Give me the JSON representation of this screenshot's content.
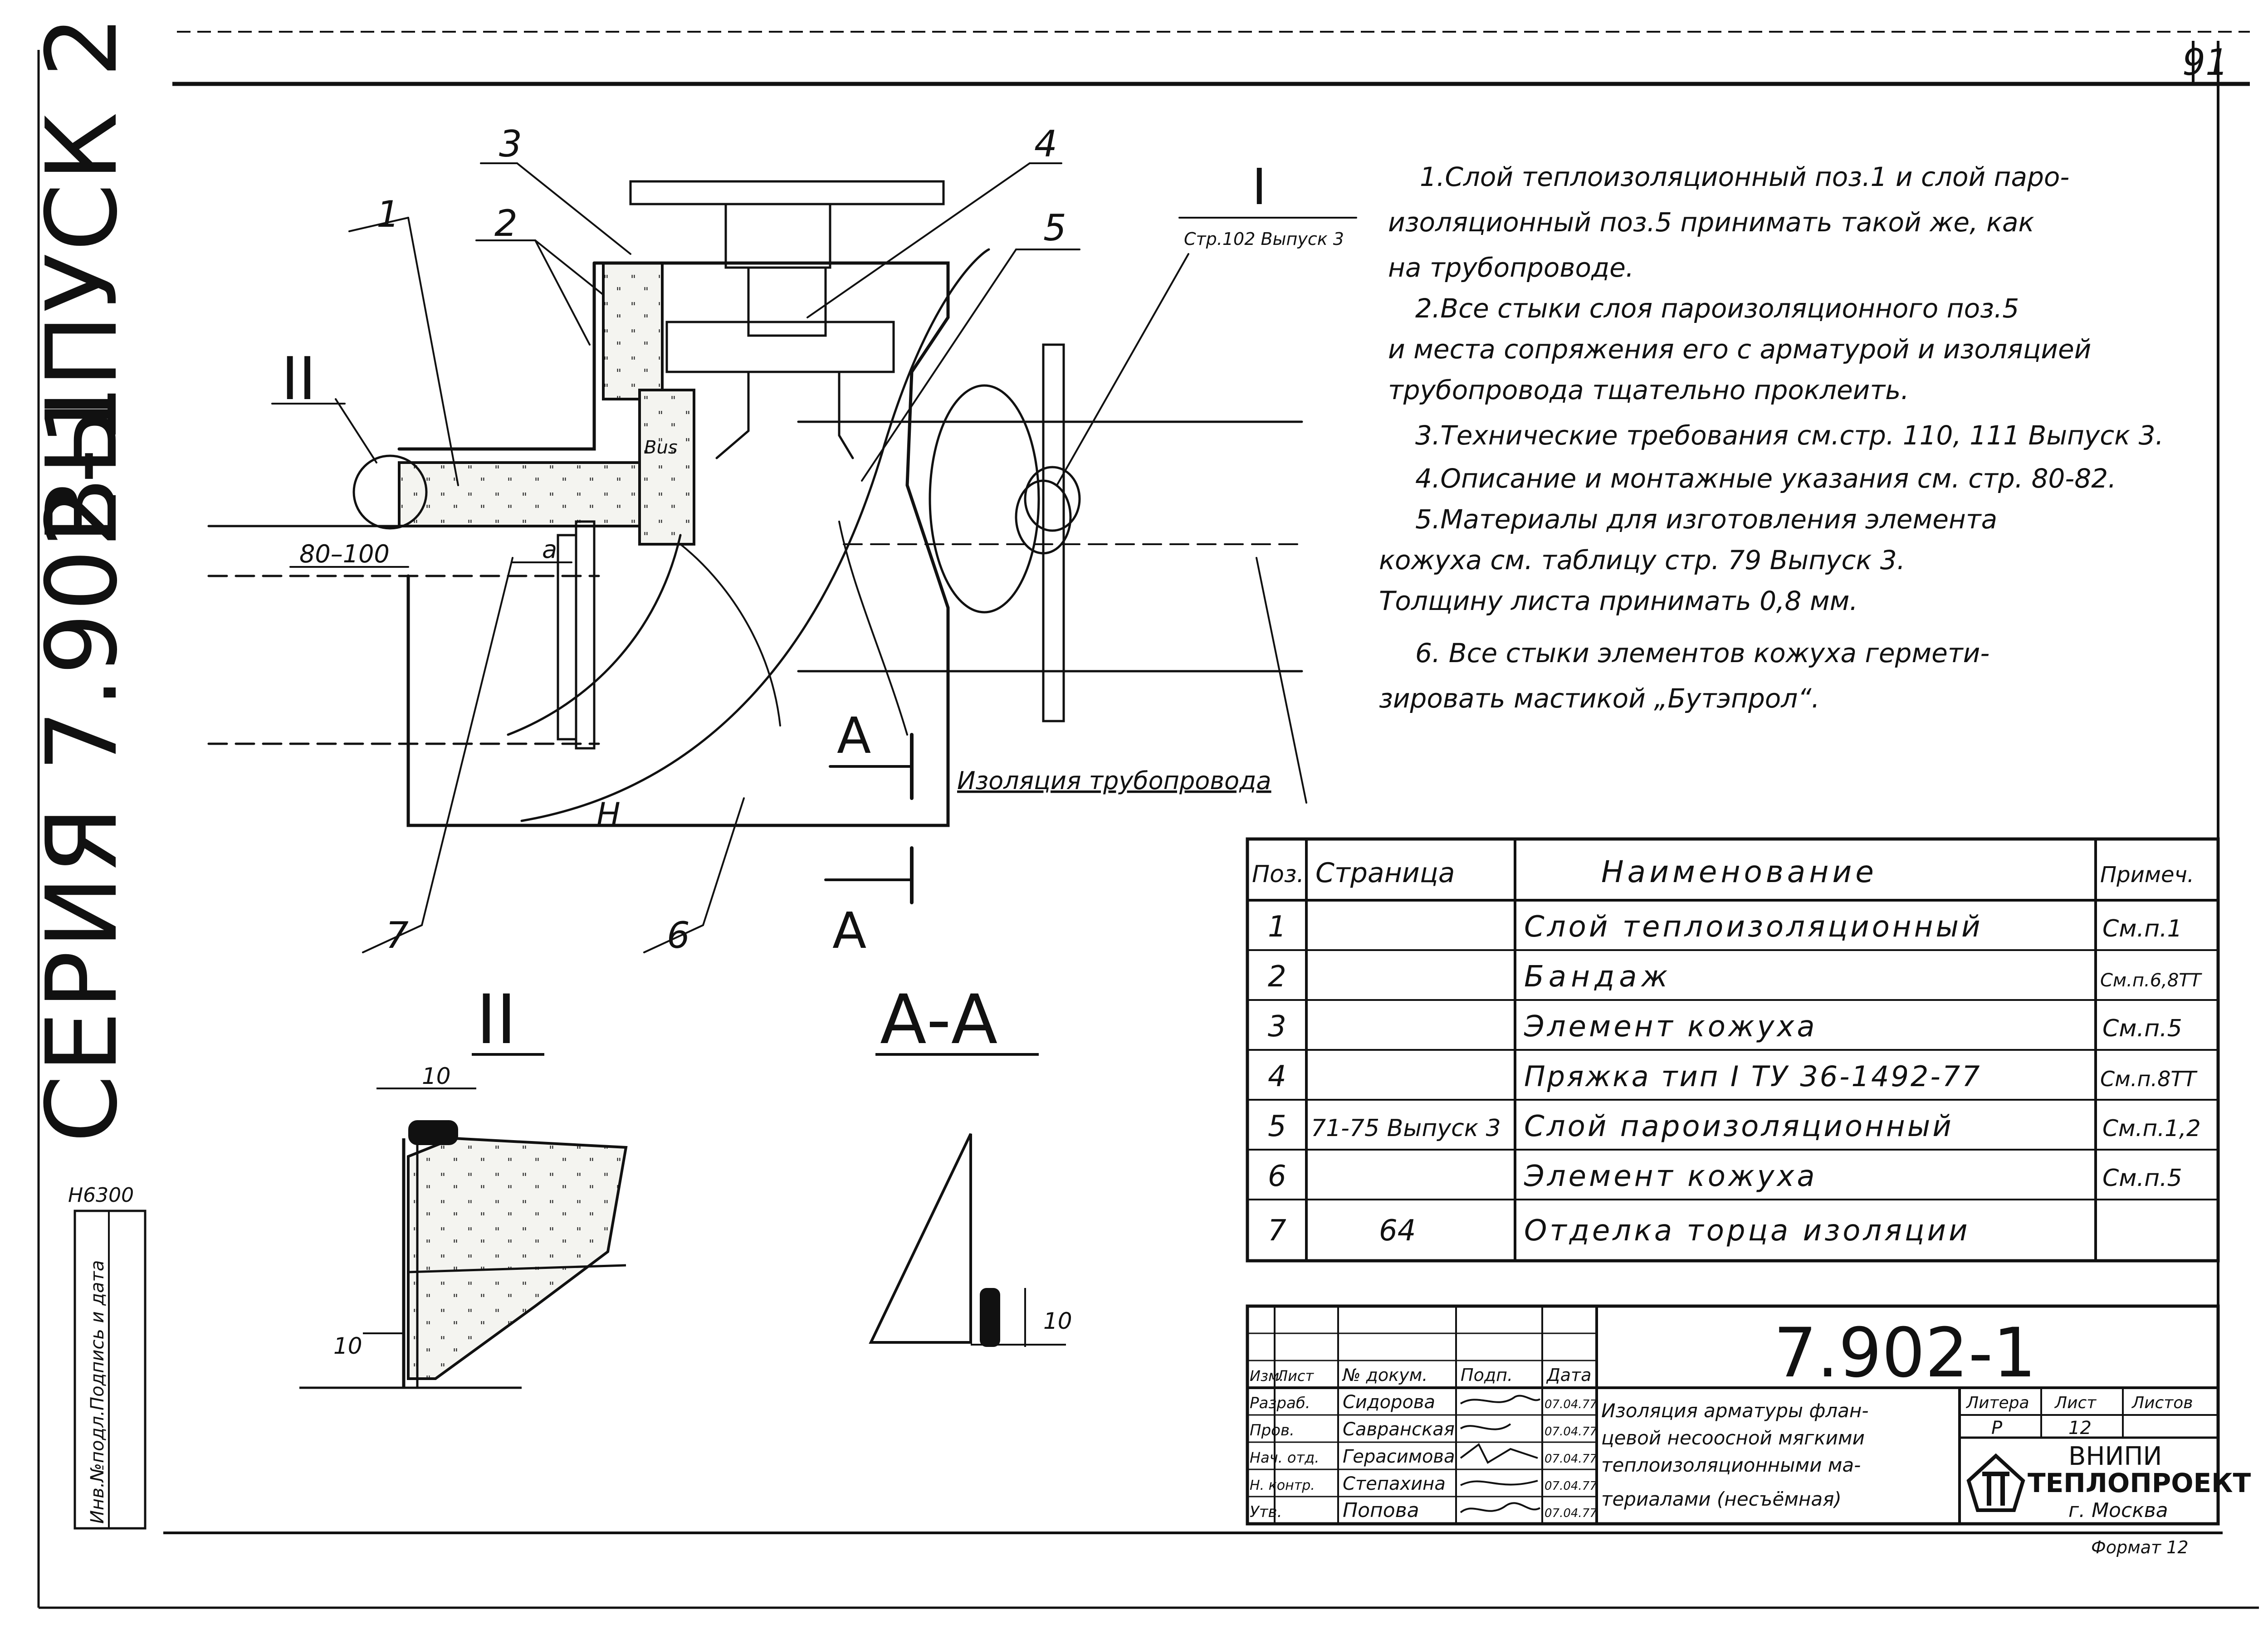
{
  "page_number": "91",
  "side_title": {
    "series": "СЕРИЯ 7.902-1",
    "issue": "ВЫПУСК 2"
  },
  "side_stamp": {
    "code": "Н6300",
    "labels": [
      "Инв.№подл.",
      "Подпись и дата"
    ]
  },
  "drawing": {
    "callouts": [
      "1",
      "2",
      "3",
      "4",
      "5",
      "6",
      "7"
    ],
    "section_marks": {
      "roman_one": "I",
      "roman_two": "II",
      "ref_one": "Стр.102 Выпуск 3"
    },
    "dims": {
      "overlap": "80–100",
      "gap": "a",
      "letter_h": "Н",
      "ext_label": "Bus"
    },
    "cut_letter": "А",
    "pipe_insulation_label": "Изоляция трубопровода",
    "view_titles": {
      "detail": "II",
      "section": "А-А"
    },
    "detail_dims": {
      "top": "10",
      "left": "10",
      "right": "10"
    }
  },
  "notes": [
    "1.Слой теплоизоляционный поз.1 и слой паро-",
    "изоляционный поз.5 принимать такой же, как",
    "на трубопроводе.",
    "2.Все стыки слоя пароизоляционного поз.5",
    "и места сопряжения его с арматурой и изоляцией",
    "трубопровода тщательно проклеить.",
    "3.Технические требования см.стр. 110, 111 Выпуск 3.",
    "4.Описание и монтажные указания см. стр. 80-82.",
    "5.Материалы для изготовления элемента",
    "кожуха см. таблицу стр. 79 Выпуск 3.",
    "Толщину листа принимать 0,8 мм.",
    "6. Все стыки элементов кожуха гермети-",
    "зировать мастикой „Бутэпрол“."
  ],
  "parts_table": {
    "headers": [
      "Поз.",
      "Страница",
      "Наименование",
      "Примеч."
    ],
    "rows": [
      [
        "1",
        "",
        "Слой теплоизоляционный",
        "См.п.1"
      ],
      [
        "2",
        "",
        "Бандаж",
        "См.п.6,8ТТ"
      ],
      [
        "3",
        "",
        "Элемент кожуха",
        "См.п.5"
      ],
      [
        "4",
        "",
        "Пряжка тип I ТУ 36-1492-77",
        "См.п.8ТТ"
      ],
      [
        "5",
        "71-75 Выпуск 3",
        "Слой пароизоляционный",
        "См.п.1,2"
      ],
      [
        "6",
        "",
        "Элемент кожуха",
        "См.п.5"
      ],
      [
        "7",
        "64",
        "Отделка торца изоляции",
        ""
      ]
    ]
  },
  "title_block": {
    "doc_number": "7.902-1",
    "column_headers": [
      "Изм.",
      "Лист",
      "№ докум.",
      "Подп.",
      "Дата"
    ],
    "roles": [
      [
        "Разраб.",
        "Сидорова",
        "",
        "07.04.77"
      ],
      [
        "Пров.",
        "Савранская",
        "",
        "07.04.77"
      ],
      [
        "Нач. отд.",
        "Герасимова",
        "",
        "07.04.77"
      ],
      [
        "Н. контр.",
        "Степахина",
        "",
        "07.04.77"
      ],
      [
        "Утв.",
        "Попова",
        "",
        "07.04.77"
      ]
    ],
    "description": [
      "Изоляция арматуры флан-",
      "цевой несоосной мягкими",
      "теплоизоляционными ма-",
      "териалами (несъёмная)"
    ],
    "stage_headers": [
      "Литера",
      "Лист",
      "Листов"
    ],
    "stage_values": [
      "Р",
      "12",
      ""
    ],
    "org_name": "ВНИПИ",
    "org_name2": "ТЕПЛОПРОЕКТ",
    "org_city": "г. Москва",
    "format": "Формат 12"
  }
}
